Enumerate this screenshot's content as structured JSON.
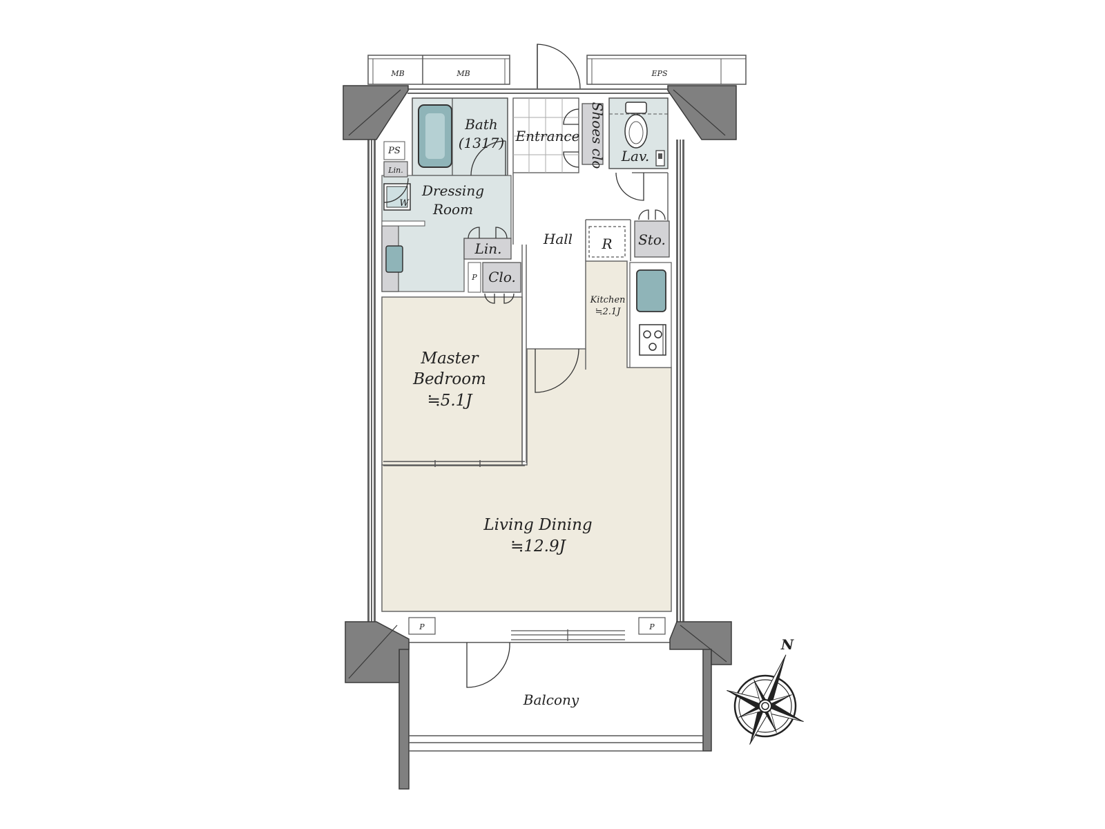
{
  "colors": {
    "wall": "#808080",
    "wall_edge": "#3a3a3a",
    "living_floor": "#efebdf",
    "wet_floor": "#dce5e5",
    "storage": "#d3d3d6",
    "fixture": "#8fb4b8"
  },
  "labels": {
    "mb1": "MB",
    "mb2": "MB",
    "eps": "EPS",
    "ps": "PS",
    "bath": "Bath",
    "bath_size": "(1317)",
    "entrance": "Entrance",
    "shoes": "Shoes clo",
    "lav": "Lav.",
    "lin_small": "Lin.",
    "w": "W",
    "dressing1": "Dressing",
    "dressing2": "Room",
    "lin": "Lin.",
    "hall": "Hall",
    "r": "R",
    "sto": "Sto.",
    "p_small": "P",
    "clo": "Clo.",
    "kitchen": "Kitchen",
    "kitchen_size": "≒2.1J",
    "master1": "Master",
    "master2": "Bedroom",
    "master_size": "≒5.1J",
    "living": "Living Dining",
    "living_size": "≒12.9J",
    "p_left": "P",
    "p_right": "P",
    "balcony": "Balcony",
    "north": "N"
  },
  "icons": [
    "compass-icon",
    "bathtub-icon",
    "toilet-icon",
    "sink-icon",
    "stove-icon",
    "washer-icon",
    "washbasin-icon"
  ]
}
